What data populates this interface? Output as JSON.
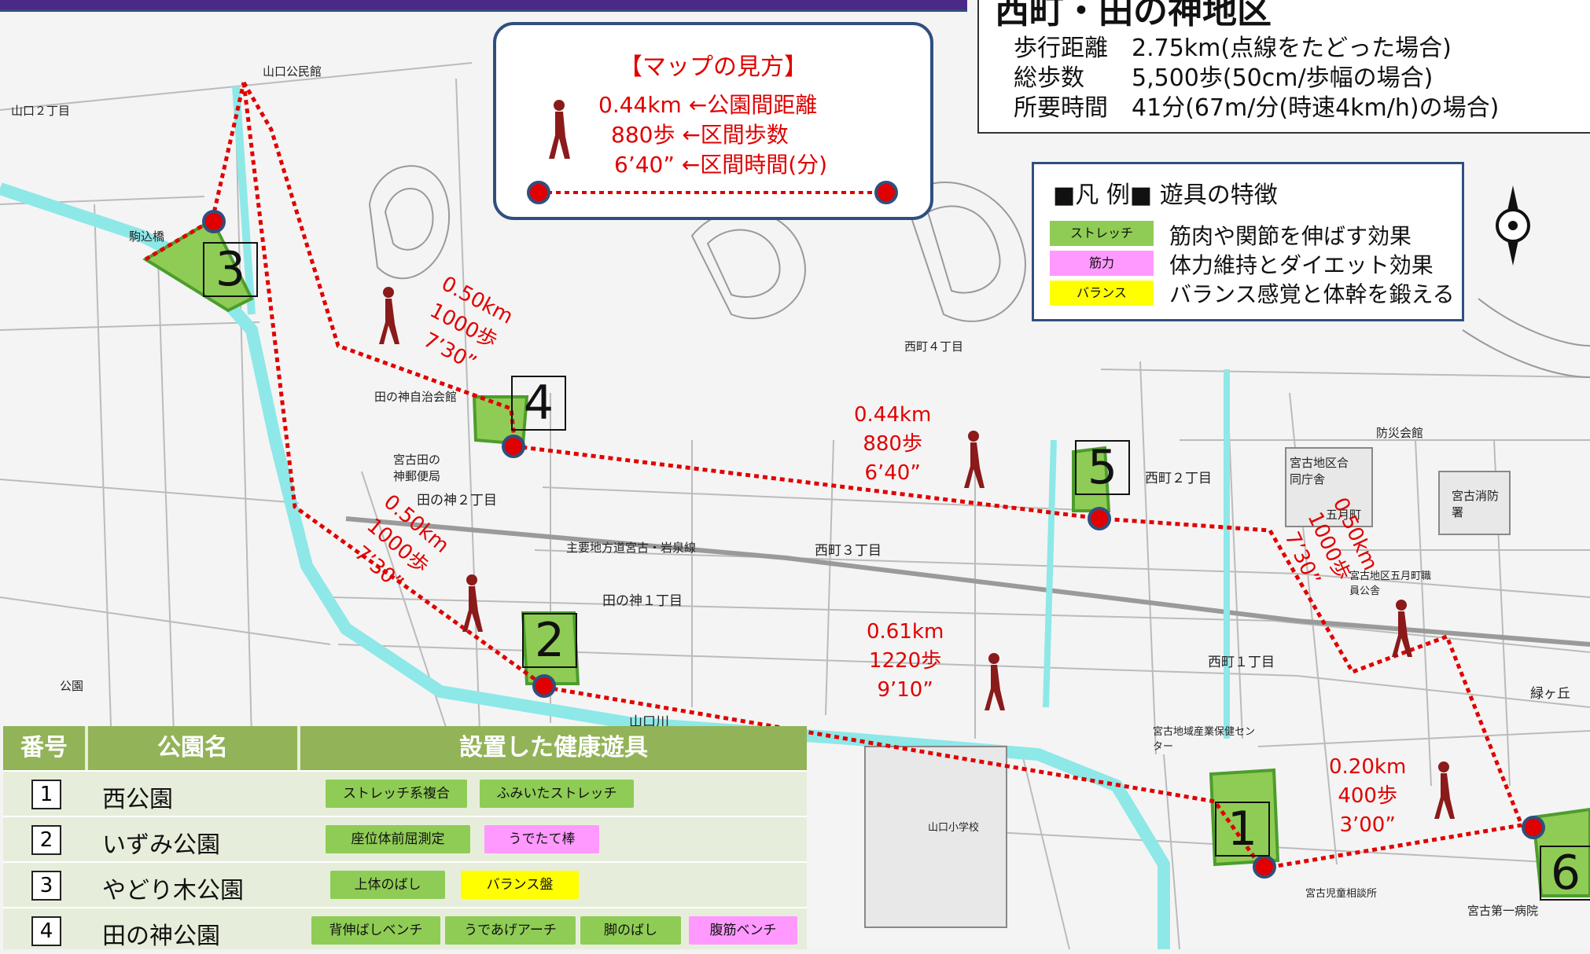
{
  "summary": {
    "title": "西町・田の神地区",
    "rows": [
      {
        "label": "歩行距離",
        "value": "2.75km(点線をたどった場合)"
      },
      {
        "label": "総歩数",
        "value": "5,500歩(50cm/歩幅の場合)"
      },
      {
        "label": "所要時間",
        "value": "41分(67m/分(時速4km/h)の場合)"
      }
    ]
  },
  "howto": {
    "title": "【マップの見方】",
    "lines": [
      "0.44km ←公園間距離",
      "880歩 ←区間歩数",
      "6’40” ←区間時間(分)"
    ]
  },
  "legend": {
    "title": "■凡 例■ 遊具の特徴",
    "items": [
      {
        "tag": "ストレッチ",
        "desc": "筋肉や関節を伸ばす効果",
        "color": "#8fcc55"
      },
      {
        "tag": "筋力",
        "desc": "体力維持とダイエット効果",
        "color": "#ff99ff"
      },
      {
        "tag": "バランス",
        "desc": "バランス感覚と体幹を鍛える",
        "color": "#ffff00"
      }
    ]
  },
  "map_labels": [
    "山口公民館",
    "山口２丁目",
    "駒込橋",
    "田の神自治会館",
    "宮古田の神郵便局",
    "田の神２丁目",
    "主要地方道宮古・岩泉線",
    "田の神１丁目",
    "西町３丁目",
    "西町２丁目",
    "西町１丁目",
    "宮古地区合同庁舎",
    "宮古地区五月町職員公舎",
    "宮古消防署",
    "防災会館",
    "五月町",
    "宮古地域産業保健センター",
    "宮古児童相談所",
    "山口小学校",
    "山口川",
    "宮古第一病院",
    "西町４丁目",
    "緑ヶ丘",
    "公園"
  ],
  "segments": [
    {
      "distance": "0.50km",
      "steps": "1000歩",
      "time": "7’30”"
    },
    {
      "distance": "0.44km",
      "steps": "880歩",
      "time": "6’40”"
    },
    {
      "distance": "0.50km",
      "steps": "1000歩",
      "time": "7’30”"
    },
    {
      "distance": "0.61km",
      "steps": "1220歩",
      "time": "9’10”"
    },
    {
      "distance": "0.50km",
      "steps": "1000歩",
      "time": "7’30”"
    },
    {
      "distance": "0.20km",
      "steps": "400歩",
      "time": "3’00”"
    }
  ],
  "park_numbers": [
    "1",
    "2",
    "3",
    "4",
    "5",
    "6"
  ],
  "table": {
    "headers": [
      "番号",
      "公園名",
      "設置した健康遊具"
    ],
    "rows": [
      {
        "num": "1",
        "name": "西公園",
        "equipment": [
          {
            "label": "ストレッチ系複合",
            "kind": "stretch"
          },
          {
            "label": "ふみいたストレッチ",
            "kind": "stretch"
          }
        ]
      },
      {
        "num": "2",
        "name": "いずみ公園",
        "equipment": [
          {
            "label": "座位体前屈測定",
            "kind": "stretch"
          },
          {
            "label": "うでたて棒",
            "kind": "strength"
          }
        ]
      },
      {
        "num": "3",
        "name": "やどり木公園",
        "equipment": [
          {
            "label": "上体のばし",
            "kind": "stretch"
          },
          {
            "label": "バランス盤",
            "kind": "balance"
          }
        ]
      },
      {
        "num": "4",
        "name": "田の神公園",
        "equipment": [
          {
            "label": "背伸ばしベンチ",
            "kind": "stretch"
          },
          {
            "label": "うであげアーチ",
            "kind": "stretch"
          },
          {
            "label": "脚のばし",
            "kind": "stretch"
          },
          {
            "label": "腹筋ベンチ",
            "kind": "strength"
          }
        ]
      }
    ]
  },
  "colors": {
    "route": "#e00000",
    "park": "#8fcc55",
    "river": "#8ee8e8",
    "frame": "#2f4f7f",
    "header": "#92b357"
  }
}
